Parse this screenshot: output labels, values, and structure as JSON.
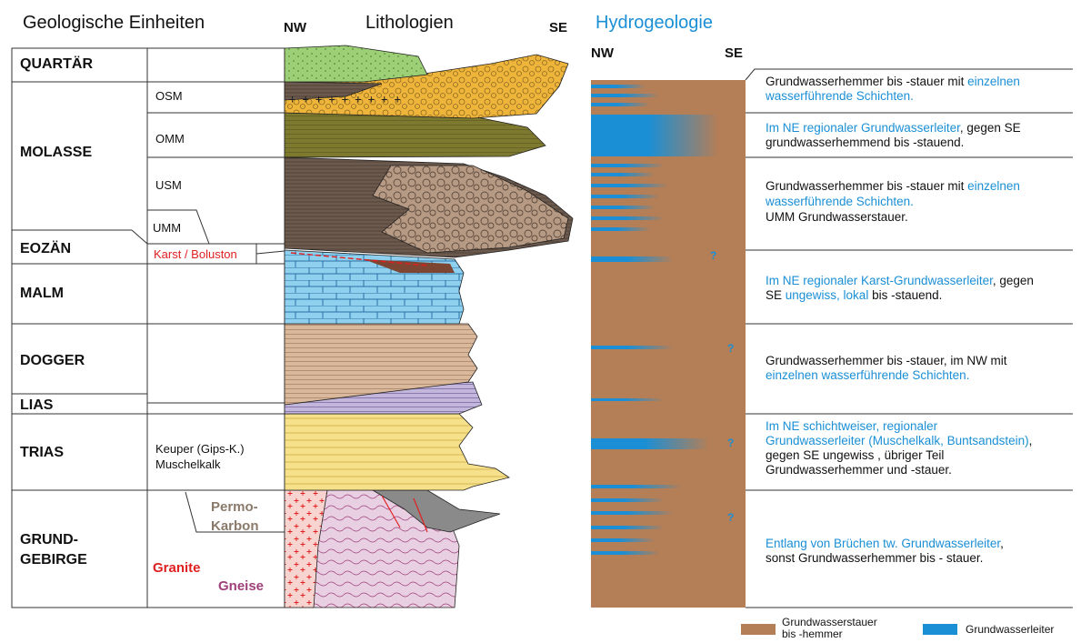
{
  "headers": {
    "geo_units": "Geologische Einheiten",
    "nw_left": "NW",
    "lithology": "Lithologien",
    "se_left": "SE",
    "hydro": "Hydrogeologie",
    "nw_right": "NW",
    "se_right": "SE"
  },
  "units": {
    "quartaer": "QUARTÄR",
    "molasse": "MOLASSE",
    "eozaen": "EOZÄN",
    "malm": "MALM",
    "dogger": "DOGGER",
    "lias": "LIAS",
    "trias": "TRIAS",
    "grund1": "GRUND-",
    "grund2": "GEBIRGE"
  },
  "subunits": {
    "osm": "OSM",
    "omm": "OMM",
    "usm": "USM",
    "umm": "UMM",
    "karst": "Karst / Boluston",
    "keuper": "Keuper (Gips-K.)",
    "muschelkalk": "Muschelkalk",
    "permo1": "Permo-",
    "permo2": "Karbon",
    "granite": "Granite",
    "gneise": "Gneise"
  },
  "descriptions": {
    "d1_a": "Grundwasserhemmer bis -stauer mit ",
    "d1_b": "einzelnen",
    "d1_c": "wasserführende Schichten.",
    "d2_a": "Im NE regionaler Grundwasserleiter",
    "d2_b": ", gegen SE",
    "d2_c": "grundwasserhemmend bis -stauend.",
    "d3_a": "Grundwasserhemmer bis -stauer mit ",
    "d3_b": "einzelnen",
    "d3_c": "wasserführende Schichten.",
    "d3_d": "UMM Grundwasserstauer.",
    "d4_a": "Im NE regionaler Karst-Grundwasserleiter",
    "d4_b": ", gegen",
    "d4_c": "SE ",
    "d4_d": "ungewiss, lokal",
    "d4_e": " bis -stauend.",
    "d5_a": "Grundwasserhemmer bis -stauer, im NW mit",
    "d5_b": "einzelnen wasserführende Schichten.",
    "d6_a": "Im NE schichtweiser, regionaler",
    "d6_b": "Grundwasserleiter (Muschelkalk, Buntsandstein)",
    "d6_c": ",",
    "d6_d": "gegen SE ungewiss , übriger Teil",
    "d6_e": "Grundwasserhemmer und -stauer.",
    "d7_a": "Entlang von Brüchen  tw. Grundwasserleiter",
    "d7_b": ",",
    "d7_c": "sonst Grundwasserhemmer bis - stauer."
  },
  "question_mark": "?",
  "legend": {
    "aquitard_1": "Grundwasserstauer",
    "aquitard_2": "bis -hemmer",
    "aquifer": "Grundwasserleiter"
  },
  "colors": {
    "aquitard": "#b47e57",
    "aquifer": "#1a8fd6",
    "red": "#e02020",
    "permo": "#8a7a6a",
    "gneise": "#a0407a"
  }
}
